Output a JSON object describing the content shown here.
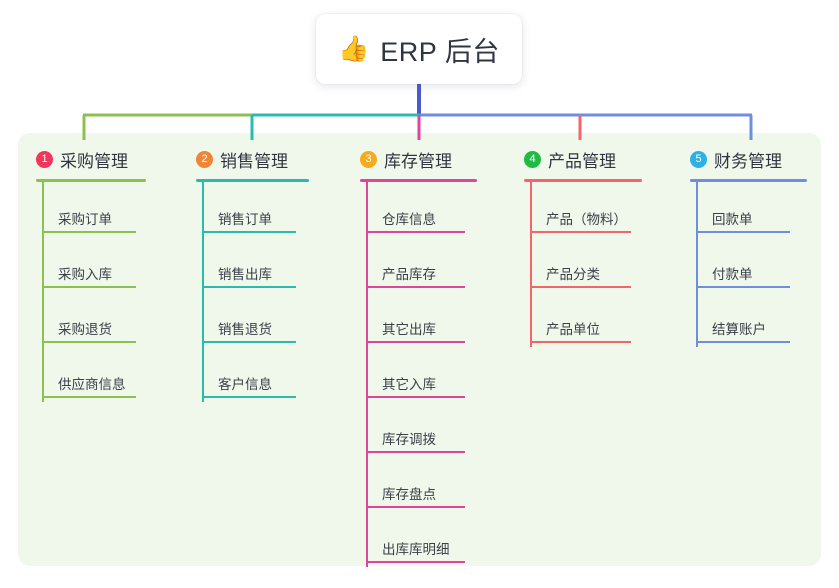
{
  "root": {
    "emoji": "👍",
    "icon_name": "thumbs-up-icon",
    "title": "ERP 后台"
  },
  "theme": {
    "panel_bg": "#f0f8ec",
    "card_bg": "#ffffff",
    "text": "#2f3640",
    "item_text": "#3a4048",
    "stem": "#4a5bd0"
  },
  "columns": [
    {
      "number": "1",
      "title": "采购管理",
      "badge_color": "#f0365a",
      "line_color": "#8cc152",
      "items": [
        "采购订单",
        "采购入库",
        "采购退货",
        "供应商信息"
      ]
    },
    {
      "number": "2",
      "title": "销售管理",
      "badge_color": "#f08536",
      "line_color": "#2bbbad",
      "items": [
        "销售订单",
        "销售出库",
        "销售退货",
        "客户信息"
      ]
    },
    {
      "number": "3",
      "title": "库存管理",
      "badge_color": "#f5ab1c",
      "line_color": "#e0459b",
      "items": [
        "仓库信息",
        "产品库存",
        "其它出库",
        "其它入库",
        "库存调拨",
        "库存盘点",
        "出库库明细"
      ]
    },
    {
      "number": "4",
      "title": "产品管理",
      "badge_color": "#21ba45",
      "line_color": "#f4656b",
      "items": [
        "产品（物料）",
        "产品分类",
        "产品单位"
      ]
    },
    {
      "number": "5",
      "title": "财务管理",
      "badge_color": "#2eb0e6",
      "line_color": "#6f8ede",
      "items": [
        "回款单",
        "付款单",
        "结算账户"
      ]
    }
  ]
}
